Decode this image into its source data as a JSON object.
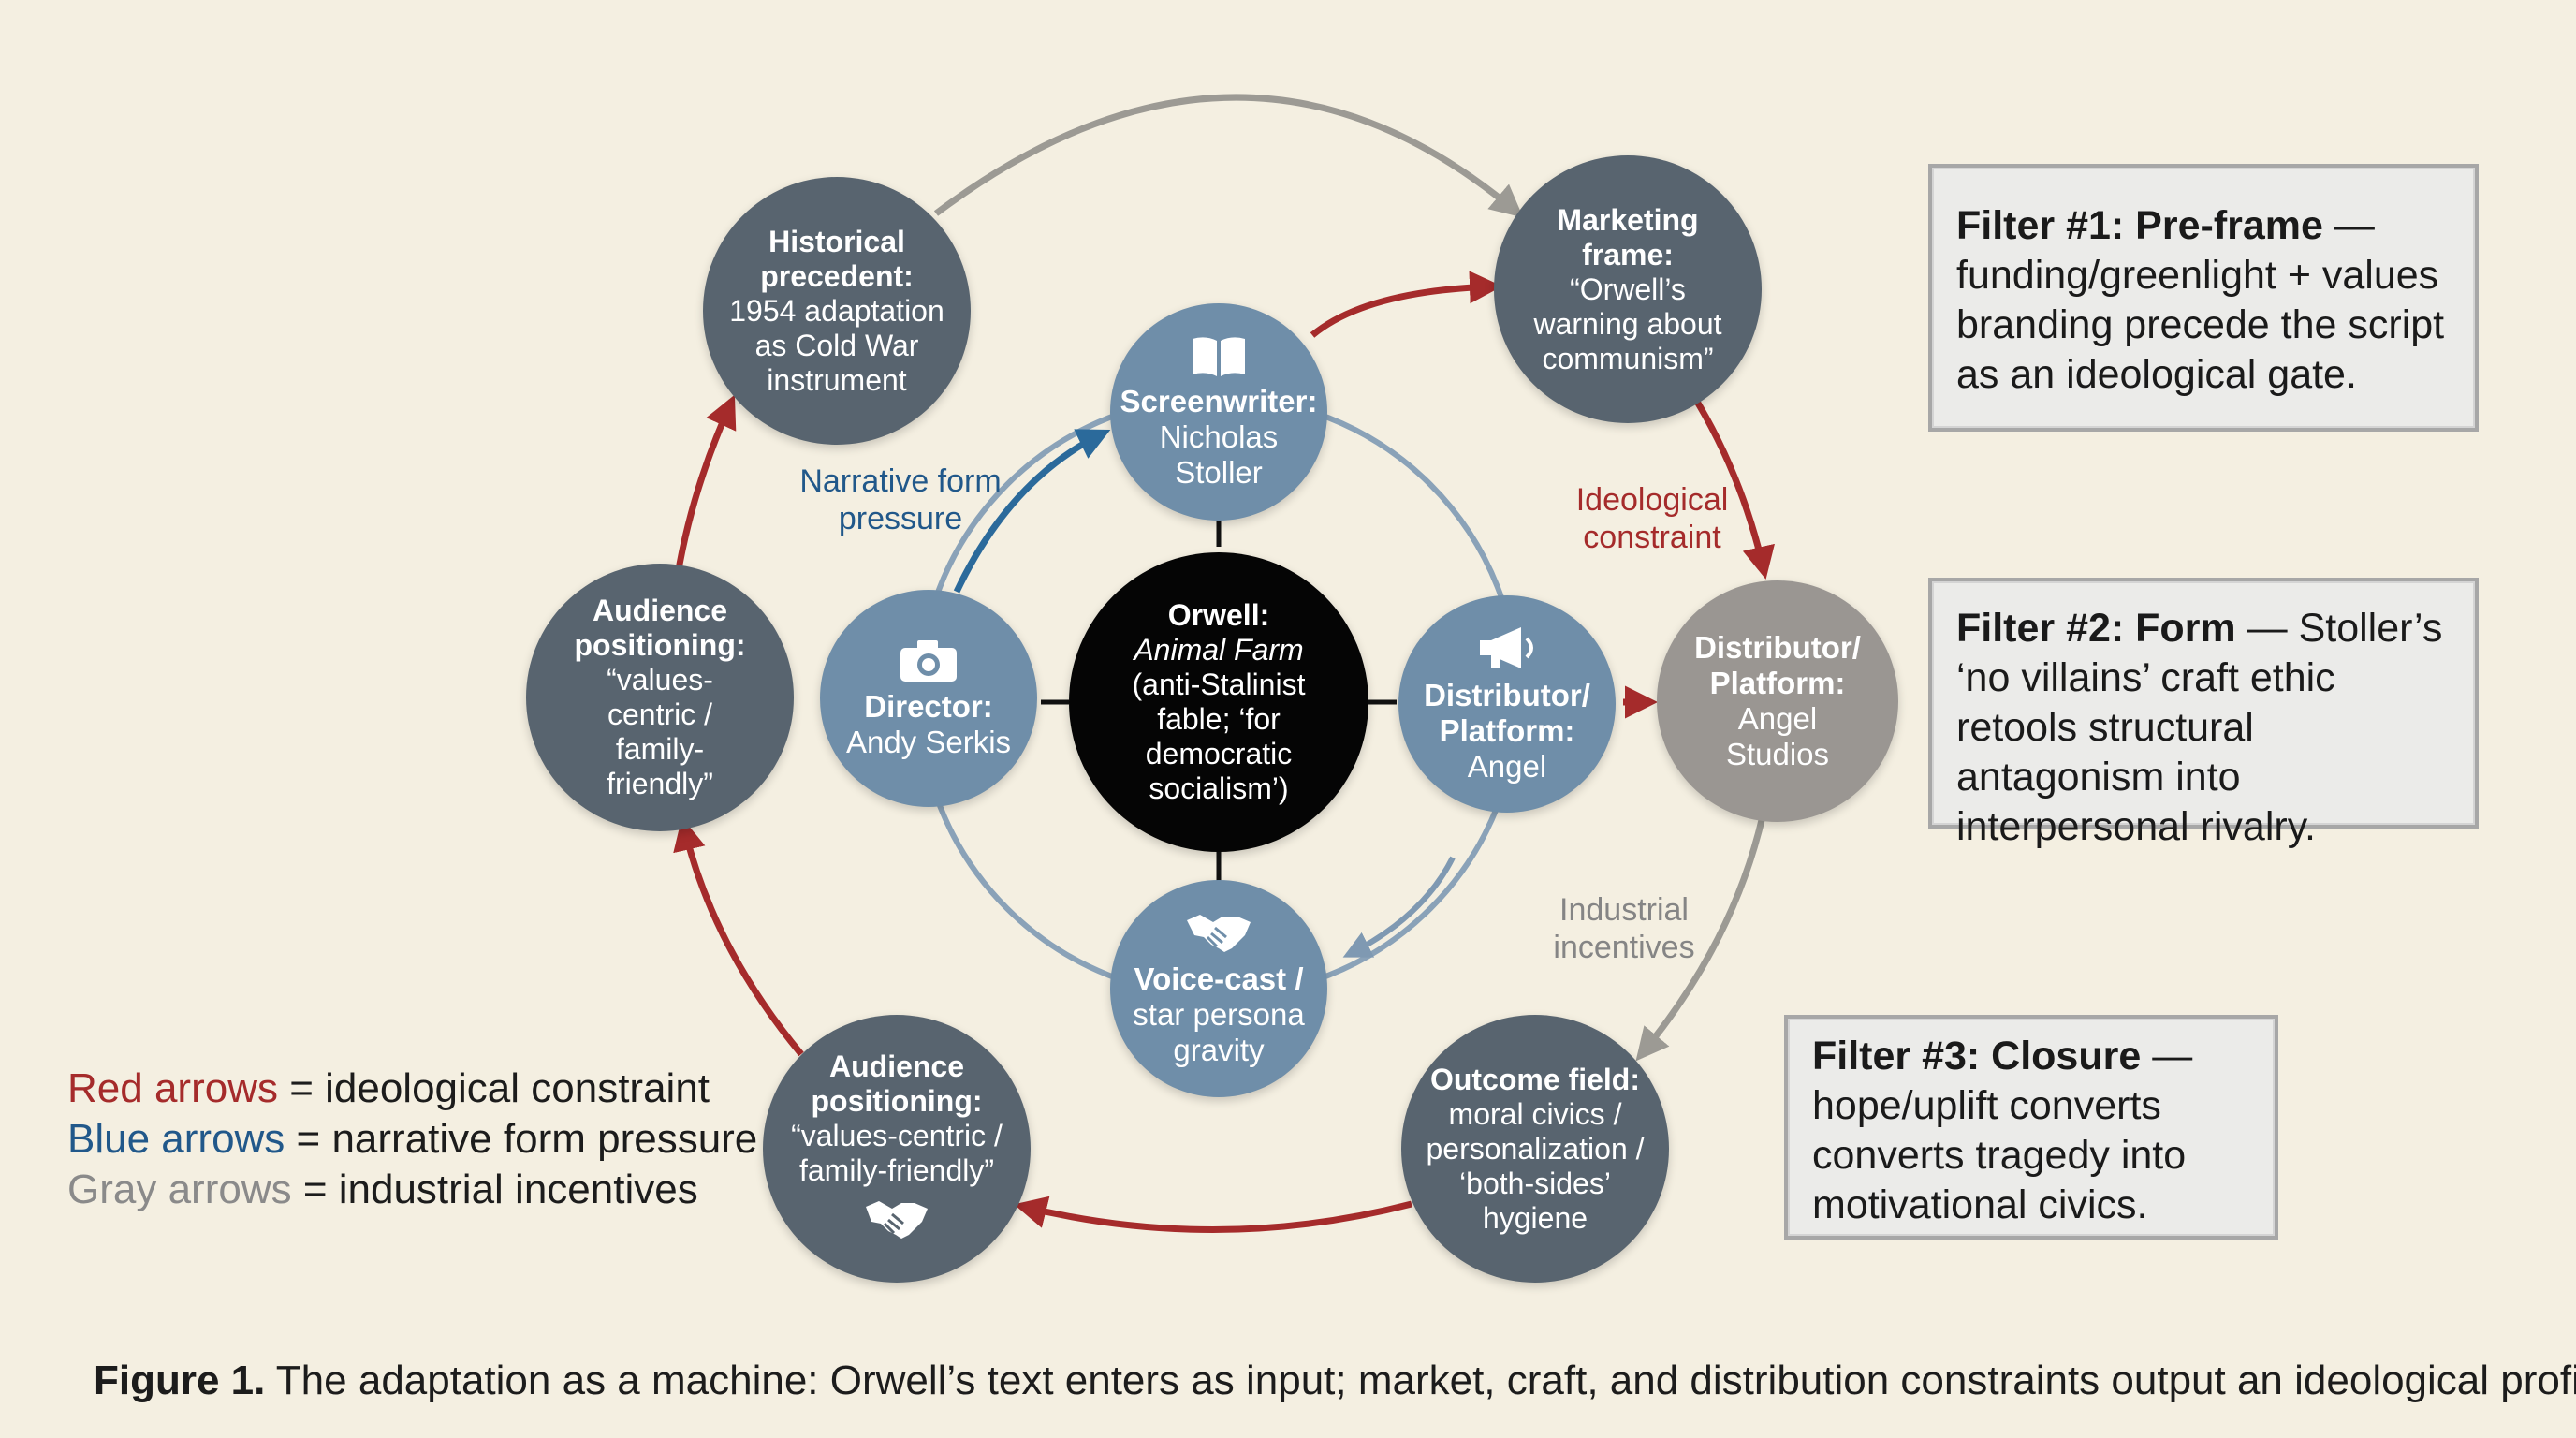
{
  "nodes": {
    "historical": {
      "title": "Historical precedent:",
      "body": "1954 adaptation as Cold War instrument"
    },
    "marketing": {
      "title": "Marketing frame:",
      "body": "“Orwell’s warning about communism”"
    },
    "audience_left": {
      "title": "Audience positioning:",
      "body": "“values-centric / family-friendly”"
    },
    "audience_bottom": {
      "title": "Audience positioning:",
      "body": "“values-centric / family-friendly”"
    },
    "outcome": {
      "title": "Outcome field:",
      "body": "moral civics / personalization / ‘both-sides’ hygiene"
    },
    "distributor_outer": {
      "title": "Distributor/ Platform:",
      "body": "Angel Studios"
    },
    "screenwriter": {
      "title": "Screenwriter:",
      "body": "Nicholas Stoller",
      "icon": "book-icon"
    },
    "director": {
      "title": "Director:",
      "body": "Andy Serkis",
      "icon": "camera-icon"
    },
    "distributor_inner": {
      "title": "Distributor/ Platform:",
      "body": "Angel",
      "icon": "megaphone-icon"
    },
    "voicecast": {
      "title": "Voice-cast /",
      "body": "star persona gravity",
      "icon": "handshake-icon"
    },
    "center": {
      "title": "Orwell:",
      "italic": "Animal Farm",
      "body": "(anti-Stalinist fable; ‘for democratic socialism’)"
    }
  },
  "flow_labels": {
    "narrative": "Narrative form pressure",
    "ideological": "Ideological constraint",
    "industrial": "Industrial incentives"
  },
  "filters": [
    {
      "heading": "Filter #1: Pre-frame",
      "text": " — funding/greenlight + values branding precede the script as an ideological gate."
    },
    {
      "heading": "Filter #2: Form",
      "text": " — Stoller’s ‘no villains’ craft ethic retools structural antagonism into interpersonal rivalry."
    },
    {
      "heading": "Filter #3: Closure",
      "text": " — hope/uplift converts converts tragedy into motivational civics."
    }
  ],
  "legend": {
    "red_key": "Red arrows",
    "red_desc": " = ideological constraint",
    "blue_key": "Blue arrows",
    "blue_desc": " = narrative form pressure",
    "gray_key": "Gray arrows",
    "gray_desc": " = industrial incentives"
  },
  "caption": {
    "label": "Figure 1.",
    "text": " The adaptation as a machine: Orwell’s text enters as input; market, craft, and distribution constraints output an ideological profile."
  },
  "colors": {
    "red_arrow": "#a52b2b",
    "blue_arrow": "#2b6a9b",
    "gray_arrow": "#9c9a94",
    "inner_ring": "#7f99b2",
    "outer_node": "#58646f",
    "inner_node": "#6f8ea9",
    "center_node": "#050505",
    "background": "#f4efe1"
  }
}
